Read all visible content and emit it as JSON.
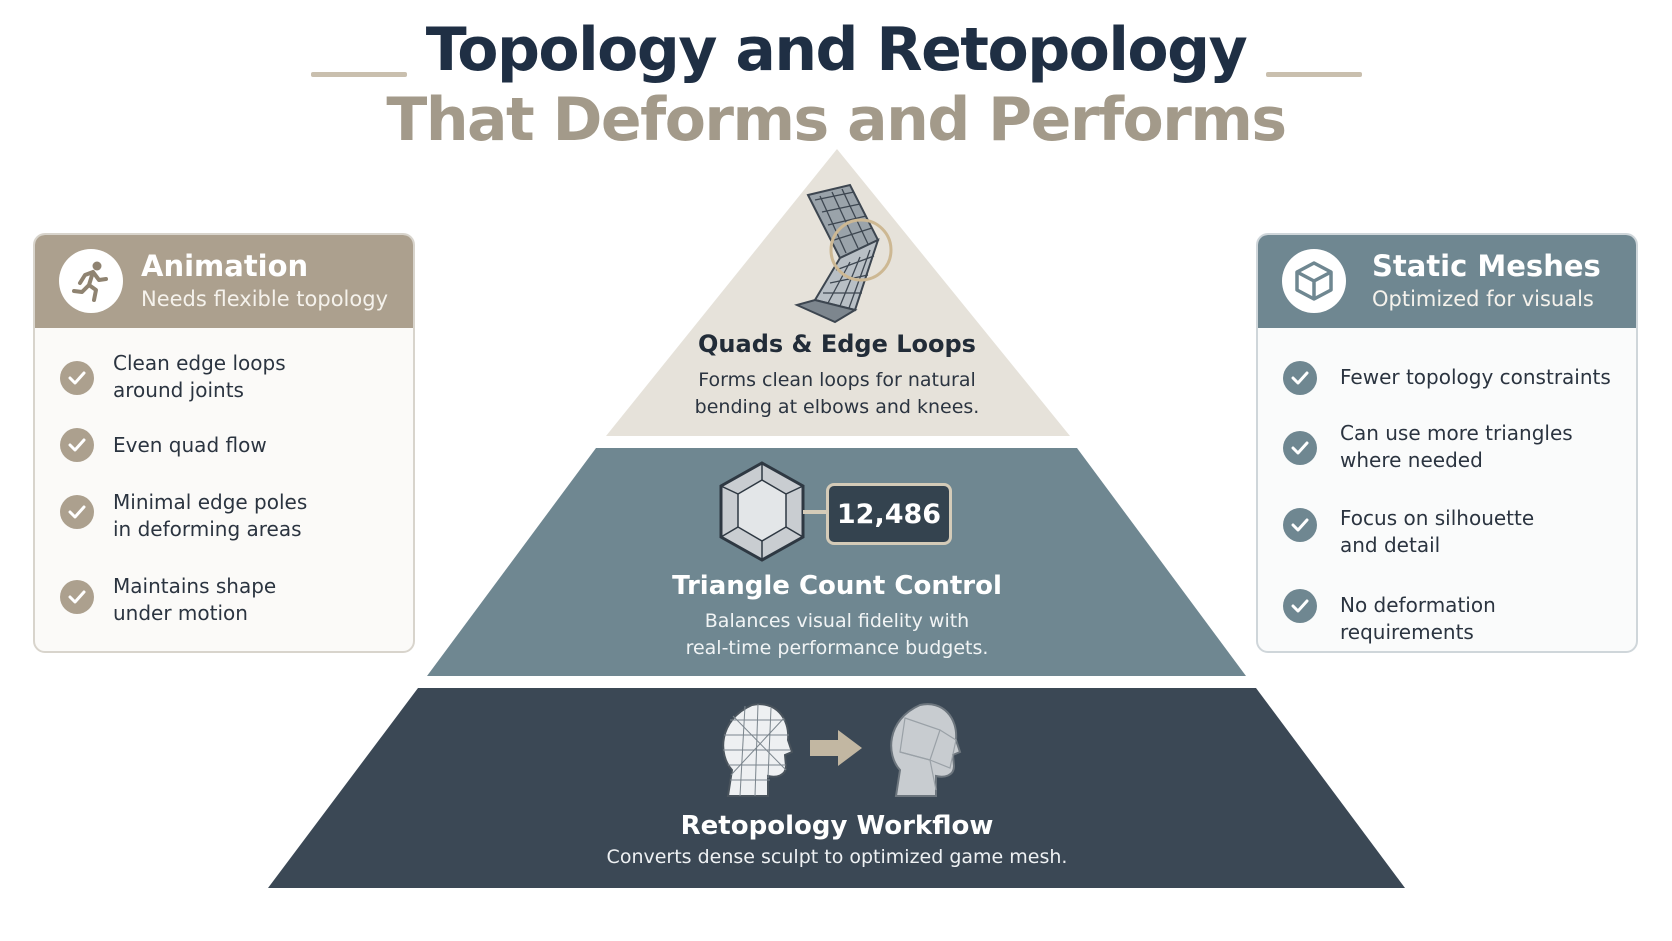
{
  "title": {
    "line1": "Topology and Retopology",
    "line2": "That Deforms and Performs"
  },
  "left_panel": {
    "icon": "running-person-icon",
    "title": "Animation",
    "subtitle": "Needs flexible topology",
    "items": [
      "Clean edge loops\naround joints",
      "Even quad flow",
      "Minimal edge poles\nin deforming areas",
      "Maintains shape\nunder motion"
    ]
  },
  "right_panel": {
    "icon": "cube-icon",
    "title": "Static Meshes",
    "subtitle": "Optimized for visuals",
    "items": [
      "Fewer topology constraints",
      "Can use more triangles\nwhere needed",
      "Focus on silhouette\nand detail",
      "No deformation requirements"
    ]
  },
  "pyramid": {
    "top": {
      "icon": "bent-mesh-tube-icon",
      "title": "Quads & Edge Loops",
      "description": "Forms clean loops for natural\nbending at elbows and knees."
    },
    "middle": {
      "icon": "polyhedron-icon",
      "counter": "12,486",
      "title": "Triangle Count Control",
      "description": "Balances visual fidelity with\nreal-time performance budgets."
    },
    "bottom": {
      "icon_from": "wireframe-head-icon",
      "icon_arrow": "arrow-right-icon",
      "icon_to": "lowpoly-head-icon",
      "title": "Retopology Workflow",
      "description": "Converts dense sculpt to optimized game mesh."
    }
  },
  "colors": {
    "navy": "#1f2f44",
    "tan": "#aca08e",
    "top_tier": "#e6e2da",
    "middle_tier": "#6f8791",
    "bottom_tier": "#3b4855"
  }
}
